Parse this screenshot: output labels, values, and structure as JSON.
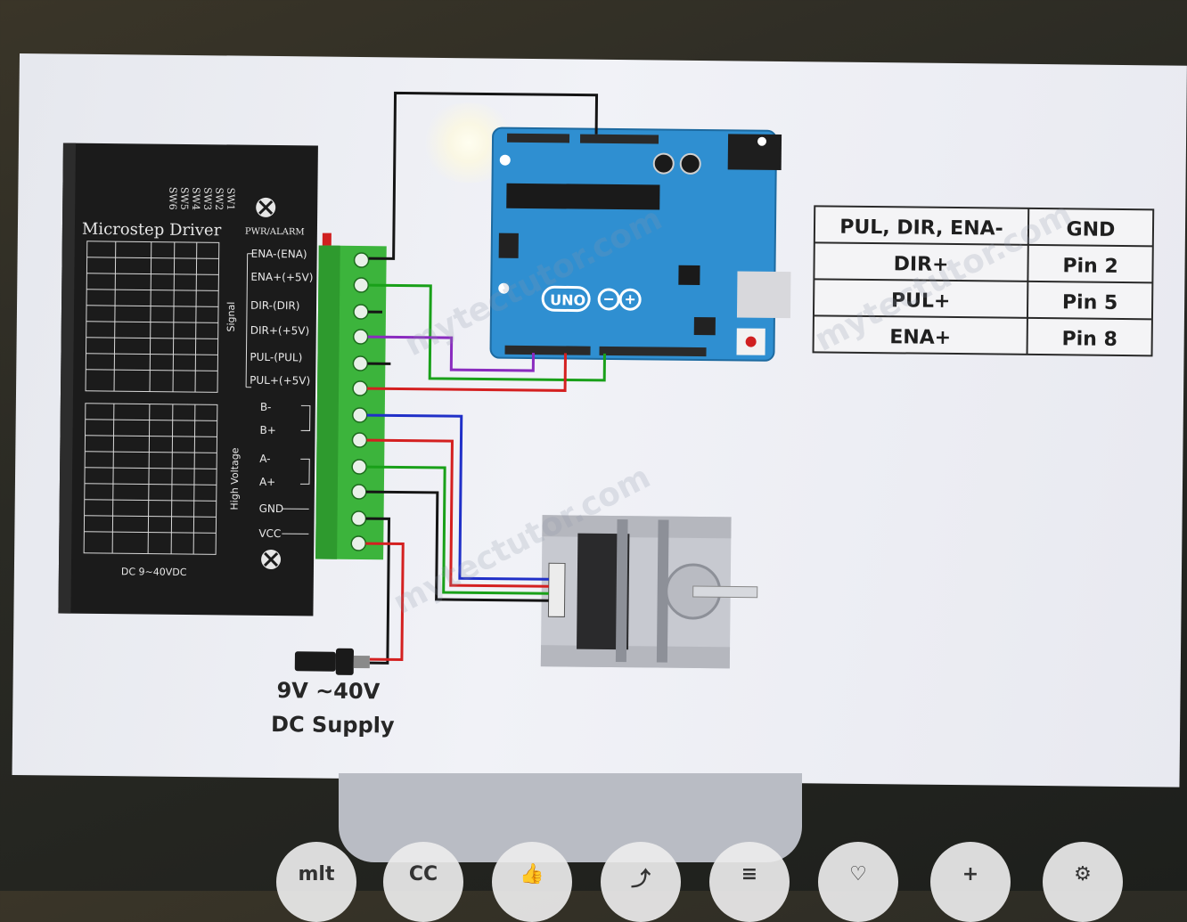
{
  "driver": {
    "title": "Microstep Driver",
    "switch_labels": [
      "SW6",
      "SW5",
      "SW4",
      "SW3",
      "SW2",
      "SW1"
    ],
    "alarm_label": "PWR/ALARM",
    "signal_group_label": "Signal",
    "power_group_label": "High Voltage",
    "terminals": [
      "ENA-(ENA)",
      "ENA+(+5V)",
      "DIR-(DIR)",
      "DIR+(+5V)",
      "PUL-(PUL)",
      "PUL+(+5V)",
      "B-",
      "B+",
      "A-",
      "A+",
      "GND",
      "VCC"
    ],
    "rating": "DC 9~40VDC"
  },
  "pin_table": {
    "rows": [
      {
        "signal": "PUL, DIR, ENA-",
        "pin": "GND"
      },
      {
        "signal": "DIR+",
        "pin": "Pin 2"
      },
      {
        "signal": "PUL+",
        "pin": "Pin 5"
      },
      {
        "signal": "ENA+",
        "pin": "Pin 8"
      }
    ]
  },
  "arduino": {
    "label": "UNO"
  },
  "supply": {
    "line1": "9V ~40V",
    "line2": "DC Supply"
  },
  "watermark": "mytectutor.com",
  "controls": [
    {
      "name": "channel-avatar",
      "label": "mlt"
    },
    {
      "name": "captions-button",
      "label": "CC"
    },
    {
      "name": "like-button",
      "label": "👍"
    },
    {
      "name": "share-button",
      "label": "⤴"
    },
    {
      "name": "save-button",
      "label": "≡"
    },
    {
      "name": "thanks-button",
      "label": "♡"
    },
    {
      "name": "add-button",
      "label": "+"
    },
    {
      "name": "settings-button",
      "label": "⚙"
    }
  ],
  "colors": {
    "arduino_blue": "#2f8fd1",
    "terminal_green": "#3cb43c",
    "driver_black": "#1b1b1b",
    "wire_red": "#d42020",
    "wire_blue": "#2030c8",
    "wire_green": "#19a019",
    "wire_purple": "#8a2bbf",
    "wire_black": "#151515"
  }
}
